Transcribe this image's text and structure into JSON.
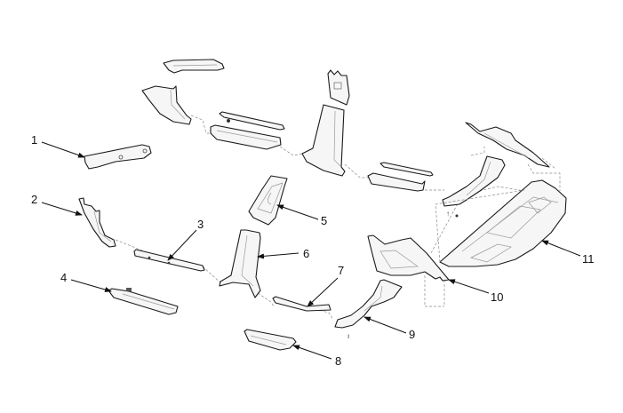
{
  "diagram": {
    "type": "exploded-parts-view",
    "callouts": [
      {
        "id": "callout-1",
        "label": "1"
      },
      {
        "id": "callout-2",
        "label": "2"
      },
      {
        "id": "callout-3",
        "label": "3"
      },
      {
        "id": "callout-4",
        "label": "4"
      },
      {
        "id": "callout-5",
        "label": "5"
      },
      {
        "id": "callout-6",
        "label": "6"
      },
      {
        "id": "callout-7",
        "label": "7"
      },
      {
        "id": "callout-8",
        "label": "8"
      },
      {
        "id": "callout-9",
        "label": "9"
      },
      {
        "id": "callout-10",
        "label": "10"
      },
      {
        "id": "callout-11",
        "label": "11"
      }
    ]
  }
}
